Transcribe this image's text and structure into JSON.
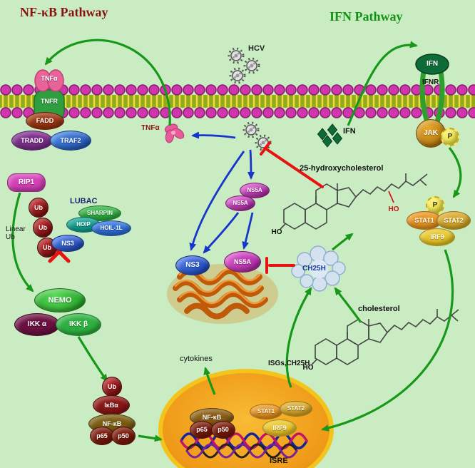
{
  "titles": {
    "nfkb_pathway": "NF-κB Pathway",
    "ifn_pathway": "IFN Pathway"
  },
  "labels": {
    "hcv": "HCV",
    "tnfa_center": "TNFα",
    "ifn_center": "IFN",
    "ifnr": "IFNR",
    "lubac": "LUBAC",
    "linear_ub": "Linear\nUb",
    "hydroxycholesterol_25": "25-hydroxycholesterol",
    "cholesterol": "cholesterol",
    "cytokines": "cytokines",
    "isgs_ch25h": "ISGs,CH25H",
    "isre": "ISRE",
    "ch25h": "CH25H",
    "ho": "HO",
    "oh_red": "HO"
  },
  "proteins": {
    "tnfa": "TNFα",
    "tnfr": "TNFR",
    "fadd": "FADD",
    "tradd": "TRADD",
    "traf2": "TRAF2",
    "rip1": "RIP1",
    "ub": "Ub",
    "sharpin": "SHARPIN",
    "hoip": "HOIP",
    "hoil1l": "HOIL-1L",
    "ns3": "NS3",
    "nemo": "NEMO",
    "ikk_alpha": "IKK α",
    "ikk_beta": "IKK β",
    "ikb_alpha": "IκBα",
    "nfkb": "NF-κB",
    "p65": "p65",
    "p50": "p50",
    "ns5a": "NS5A",
    "ifn": "IFN",
    "jak": "JAK",
    "p": "P",
    "stat1": "STAT1",
    "stat2": "STAT2",
    "irf9": "IRF9"
  },
  "colors": {
    "background": "#c9ecc2",
    "green_arrow": "#18981a",
    "blue_arrow": "#1535cc",
    "red_inhibit": "#e81212",
    "membrane_head": "#cf35ac",
    "nucleus": "#ef9a18"
  }
}
